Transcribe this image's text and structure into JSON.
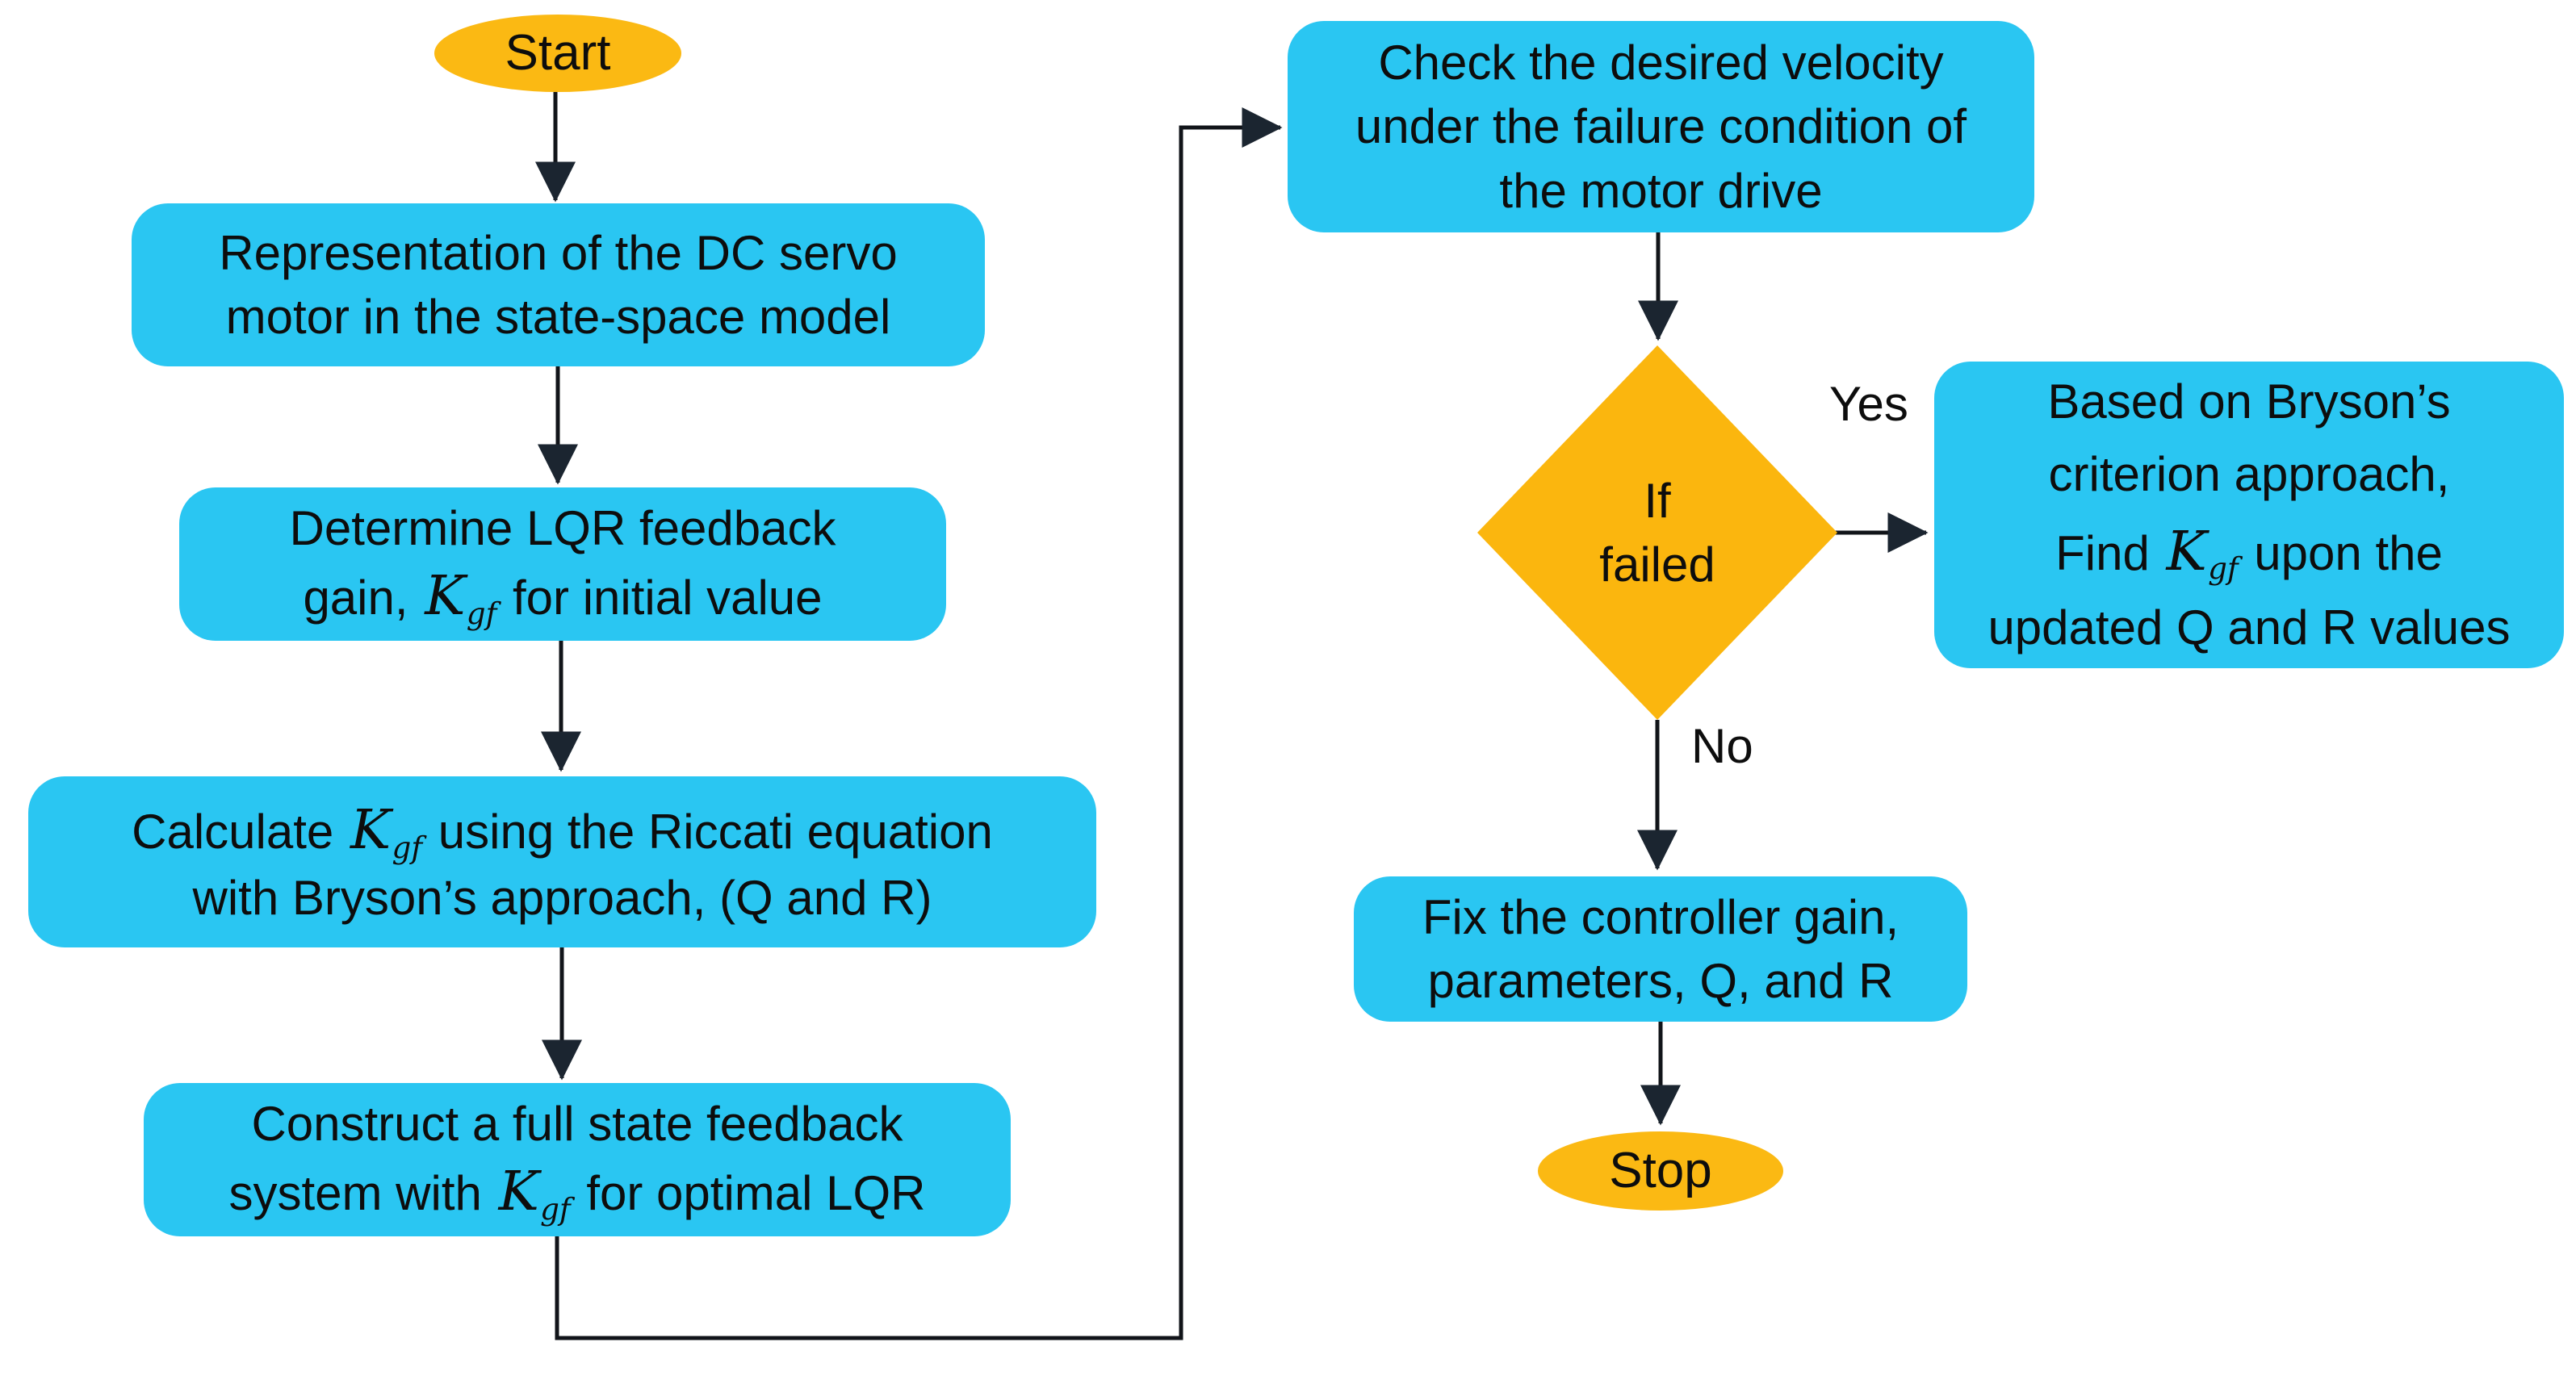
{
  "colors": {
    "process_fill": "#2AC6F2",
    "terminator_fill": "#FBB913",
    "decision_fill": "#FBB60E",
    "connector": "#111419",
    "arrowhead": "#1B2530",
    "text_color": "#0D0D0D",
    "background": "#FFFFFF"
  },
  "nodes": {
    "start": {
      "label": "Start"
    },
    "representation": {
      "lines": [
        "Representation of the DC servo",
        "motor in the state-space model"
      ]
    },
    "determine": {
      "lines": [
        "Determine LQR feedback",
        [
          {
            "text": "gain, "
          },
          {
            "text": "K",
            "style": "math"
          },
          {
            "text": "gf",
            "style": "sub"
          },
          {
            "text": " for initial value"
          }
        ]
      ]
    },
    "calculate": {
      "lines": [
        [
          {
            "text": "Calculate "
          },
          {
            "text": "K",
            "style": "math"
          },
          {
            "text": "gf",
            "style": "sub"
          },
          {
            "text": " using the Riccati equation"
          }
        ],
        "with Bryson’s approach, (Q and R)"
      ]
    },
    "construct": {
      "lines": [
        "Construct a full state feedback",
        [
          {
            "text": "system with "
          },
          {
            "text": "K",
            "style": "math"
          },
          {
            "text": "gf",
            "style": "sub"
          },
          {
            "text": " for optimal LQR"
          }
        ]
      ]
    },
    "check": {
      "lines": [
        "Check the desired velocity",
        "under the failure condition of",
        "the motor drive"
      ]
    },
    "decision": {
      "lines": [
        "If",
        "failed"
      ]
    },
    "bryson": {
      "lines": [
        "Based on Bryson’s",
        "criterion approach,",
        [
          {
            "text": "Find "
          },
          {
            "text": "K",
            "style": "math"
          },
          {
            "text": "gf",
            "style": "sub"
          },
          {
            "text": " upon the"
          }
        ],
        "updated Q and R values"
      ]
    },
    "fix": {
      "lines": [
        "Fix the controller gain,",
        "parameters, Q, and R"
      ]
    },
    "stop": {
      "label": "Stop"
    }
  },
  "edge_labels": {
    "yes": "Yes",
    "no": "No"
  }
}
